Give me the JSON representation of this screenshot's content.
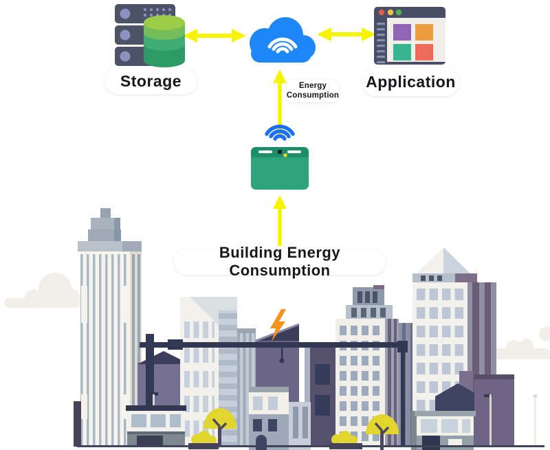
{
  "nodes": {
    "storage": {
      "label": "Storage",
      "icon": "server-database-icon"
    },
    "cloud": {
      "icon": "cloud-wifi-icon"
    },
    "application": {
      "label": "Application",
      "icon": "app-window-icon"
    },
    "smart_meter": {
      "icon": "smart-meter-wifi-icon"
    },
    "city": {
      "label": "Building Energy Consumption",
      "icon": "city-skyline-illustration"
    }
  },
  "edges": [
    {
      "from": "storage",
      "to": "cloud",
      "style": "double-headed-arrow"
    },
    {
      "from": "application",
      "to": "cloud",
      "style": "double-headed-arrow"
    },
    {
      "from": "smart_meter",
      "to": "cloud",
      "style": "arrow-up",
      "label": "Energy Consumption"
    },
    {
      "from": "city",
      "to": "smart_meter",
      "style": "arrow-up"
    }
  ],
  "colors": {
    "background": "#FFFFFF",
    "arrow_yellow": "#F7F400",
    "cloud_blue": "#1E87F7",
    "wifi_white": "#FFFFFF",
    "device_wifi_blue": "#1D6FF3",
    "device_green": "#2EA47D",
    "device_green_dark": "#1E8E68",
    "server_slate": "#4C5267",
    "server_circle": "#8A92BD",
    "database_green_light": "#9CCB45",
    "database_green": "#3EAC74",
    "database_green_dark": "#2E9B66",
    "lightning_orange": "#F6921E",
    "tree_yellow": "#E0D62E",
    "pill_background": "#FFFFFF",
    "label_text": "#17171B"
  }
}
